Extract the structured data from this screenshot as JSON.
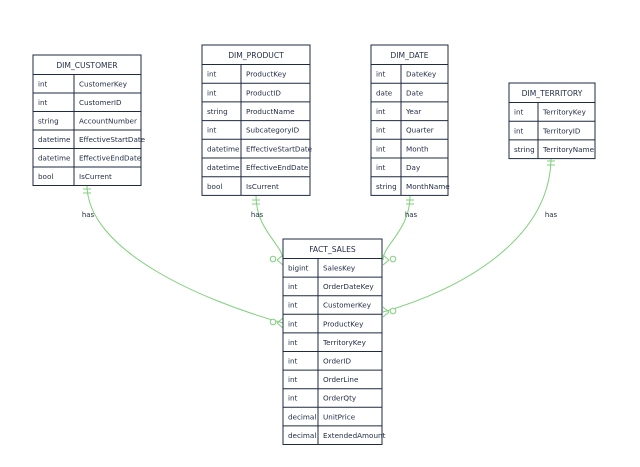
{
  "diagram": {
    "entities": [
      {
        "id": "dim_customer",
        "name": "DIM_CUSTOMER",
        "attributes": [
          {
            "type": "int",
            "name": "CustomerKey"
          },
          {
            "type": "int",
            "name": "CustomerID"
          },
          {
            "type": "string",
            "name": "AccountNumber"
          },
          {
            "type": "datetime",
            "name": "EffectiveStartDate"
          },
          {
            "type": "datetime",
            "name": "EffectiveEndDate"
          },
          {
            "type": "bool",
            "name": "IsCurrent"
          }
        ]
      },
      {
        "id": "dim_product",
        "name": "DIM_PRODUCT",
        "attributes": [
          {
            "type": "int",
            "name": "ProductKey"
          },
          {
            "type": "int",
            "name": "ProductID"
          },
          {
            "type": "string",
            "name": "ProductName"
          },
          {
            "type": "int",
            "name": "SubcategoryID"
          },
          {
            "type": "datetime",
            "name": "EffectiveStartDate"
          },
          {
            "type": "datetime",
            "name": "EffectiveEndDate"
          },
          {
            "type": "bool",
            "name": "IsCurrent"
          }
        ]
      },
      {
        "id": "dim_date",
        "name": "DIM_DATE",
        "attributes": [
          {
            "type": "int",
            "name": "DateKey"
          },
          {
            "type": "date",
            "name": "Date"
          },
          {
            "type": "int",
            "name": "Year"
          },
          {
            "type": "int",
            "name": "Quarter"
          },
          {
            "type": "int",
            "name": "Month"
          },
          {
            "type": "int",
            "name": "Day"
          },
          {
            "type": "string",
            "name": "MonthName"
          }
        ]
      },
      {
        "id": "dim_territory",
        "name": "DIM_TERRITORY",
        "attributes": [
          {
            "type": "int",
            "name": "TerritoryKey"
          },
          {
            "type": "int",
            "name": "TerritoryID"
          },
          {
            "type": "string",
            "name": "TerritoryName"
          }
        ]
      },
      {
        "id": "fact_sales",
        "name": "FACT_SALES",
        "attributes": [
          {
            "type": "bigint",
            "name": "SalesKey"
          },
          {
            "type": "int",
            "name": "OrderDateKey"
          },
          {
            "type": "int",
            "name": "CustomerKey"
          },
          {
            "type": "int",
            "name": "ProductKey"
          },
          {
            "type": "int",
            "name": "TerritoryKey"
          },
          {
            "type": "int",
            "name": "OrderID"
          },
          {
            "type": "int",
            "name": "OrderLine"
          },
          {
            "type": "int",
            "name": "OrderQty"
          },
          {
            "type": "decimal",
            "name": "UnitPrice"
          },
          {
            "type": "decimal",
            "name": "ExtendedAmount"
          }
        ]
      }
    ],
    "relationships": [
      {
        "from": "dim_customer",
        "to": "fact_sales",
        "label": "has"
      },
      {
        "from": "dim_product",
        "to": "fact_sales",
        "label": "has"
      },
      {
        "from": "dim_date",
        "to": "fact_sales",
        "label": "has"
      },
      {
        "from": "dim_territory",
        "to": "fact_sales",
        "label": "has"
      }
    ],
    "colors": {
      "entity_border": "#1f2a44",
      "text": "#1f2a44",
      "relationship_line": "#7fd17b",
      "background": "#ffffff"
    }
  }
}
